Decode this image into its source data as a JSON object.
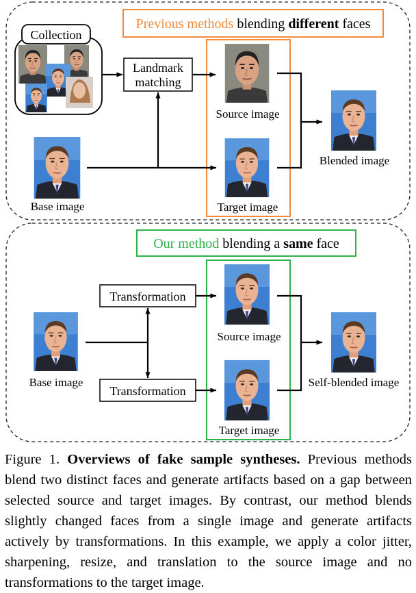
{
  "top_panel": {
    "heading_prefix": "Previous methods",
    "heading_middle": " blending ",
    "heading_bold": "different",
    "heading_suffix": " faces",
    "collection_label": "Collection",
    "landmark_line1": "Landmark",
    "landmark_line2": "matching",
    "base_label": "Base image",
    "source_label": "Source image",
    "target_label": "Target image",
    "blended_label": "Blended image"
  },
  "bottom_panel": {
    "heading_prefix": "Our method",
    "heading_middle": " blending a ",
    "heading_bold": "same",
    "heading_suffix": " face",
    "transform_label_1": "Transformation",
    "transform_label_2": "Transformation",
    "base_label": "Base image",
    "source_label": "Source image",
    "target_label": "Target image",
    "self_blended_label": "Self-blended image"
  },
  "caption": {
    "figure_number": "Figure 1. ",
    "title": "Overviews of fake sample syntheses.",
    "body": " Previous methods blend two distinct faces and generate artifacts based on a gap between selected source and target images. By contrast, our method blends slightly changed faces from a single image and generate artifacts actively by transformations. In this example, we apply a color jitter, sharpening, resize, and translation to the source image and no transformations to the target image."
  },
  "colors": {
    "orange": "#f08a3c",
    "green": "#2db34a",
    "photo_blue": "#3d7fd0"
  }
}
